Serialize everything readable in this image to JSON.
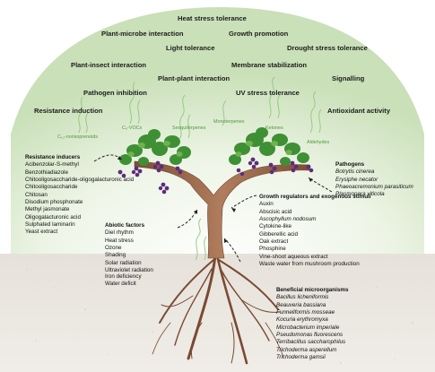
{
  "benefits": {
    "heat_stress_tolerance": "Heat stress tolerance",
    "plant_microbe_interaction": "Plant-microbe interaction",
    "growth_promotion": "Growth promotion",
    "light_tolerance": "Light tolerance",
    "drought_stress_tolerance": "Drought stress tolerance",
    "plant_insect_interaction": "Plant-insect interaction",
    "membrane_stabilization": "Membrane stabilization",
    "plant_plant_interaction": "Plant-plant interaction",
    "signalling": "Signalling",
    "pathogen_inhibition": "Pathogen inhibition",
    "uv_stress_tolerance": "UV stress tolerance",
    "resistance_induction": "Resistance induction",
    "antioxidant_activity": "Antioxidant activity"
  },
  "volatiles": {
    "c13_norisoprenoids": "C₁₃-norisoprenoids",
    "c6_vocs": "C₆-VOCs",
    "sesquiterpenes": "Sesquiterpenes",
    "monoterpenes": "Monoterpenes",
    "ketones": "Ketones",
    "aldehydes": "Aldehydes"
  },
  "resistance_inducers": {
    "title": "Resistance inducers",
    "items": [
      "Acibenzolar-S-methyl",
      "Benzothiadiazole",
      "Chitooligosaccharide-oligogalacturonic acid",
      "Chitooligosaccharide",
      "Chitosan",
      "Disodium phosphonate",
      "Methyl jasmonate",
      "Oligogalacturonic acid",
      "Sulphated laminarin",
      "Yeast extract"
    ]
  },
  "pathogens": {
    "title": "Pathogens",
    "items": [
      "Botrytis cinerea",
      "Erysiphe necator",
      "Phaeoacremonium parasiticum",
      "Plasmopara viticola"
    ]
  },
  "abiotic_factors": {
    "title": "Abiotic factors",
    "items": [
      "Diel rhythm",
      "Heat stress",
      "Ozone",
      "Shading",
      "Solar radiation",
      "Ultraviolet radiation",
      "Iron deficiency",
      "Water deficit"
    ]
  },
  "growth_regulators": {
    "title": "Growth regulators and exogenous stimuli",
    "items": [
      "Auxin",
      "Abscisic acid",
      "Ascophyllum nodosum",
      "Cytokine-like",
      "Gibberellic acid",
      "Oak extract",
      "Phosphine",
      "Vine-shoot aqueous extract",
      "Waste water from mushroom production"
    ]
  },
  "beneficial_microorganisms": {
    "title": "Beneficial microorganisms",
    "items": [
      "Bacillus licheniformis",
      "Beauveria bassiana",
      "Funneliformis mosseae",
      "Kocuria erythromyxa",
      "Microbacterium imperiale",
      "Pseudomonas fluorescens",
      "Terribacillus saccharophilus",
      "Trichoderma asperellum",
      "Trichoderma gamsii"
    ]
  },
  "colors": {
    "sky_green": "#cfe3c0",
    "soil": "#e9e5de",
    "trunk": "#9c6b4e",
    "trunk_dark": "#6e4530",
    "leaf": "#3f8f35",
    "leaf_light": "#6fb24f",
    "grape": "#5b2d7a",
    "root": "#7a4a33",
    "volatile_text": "#4e9a3d"
  }
}
